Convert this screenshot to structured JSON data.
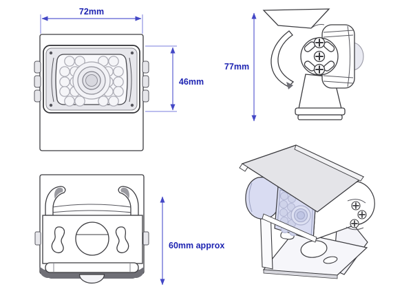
{
  "drawing": {
    "front_view": {
      "width_label": "72mm",
      "height_label": "46mm"
    },
    "side_view": {
      "height_label": "77mm"
    },
    "rear_view": {
      "height_label": "60mm approx"
    }
  },
  "colors": {
    "dimension_text": "#1e24b2",
    "dimension_line": "#5a5ed2",
    "outline_dark": "#3a3a3e",
    "shade_lavender": "#d9dcf2",
    "shade_gray": "#e4e4e8",
    "shadow_dark": "#6f6f76",
    "background": "#ffffff"
  }
}
